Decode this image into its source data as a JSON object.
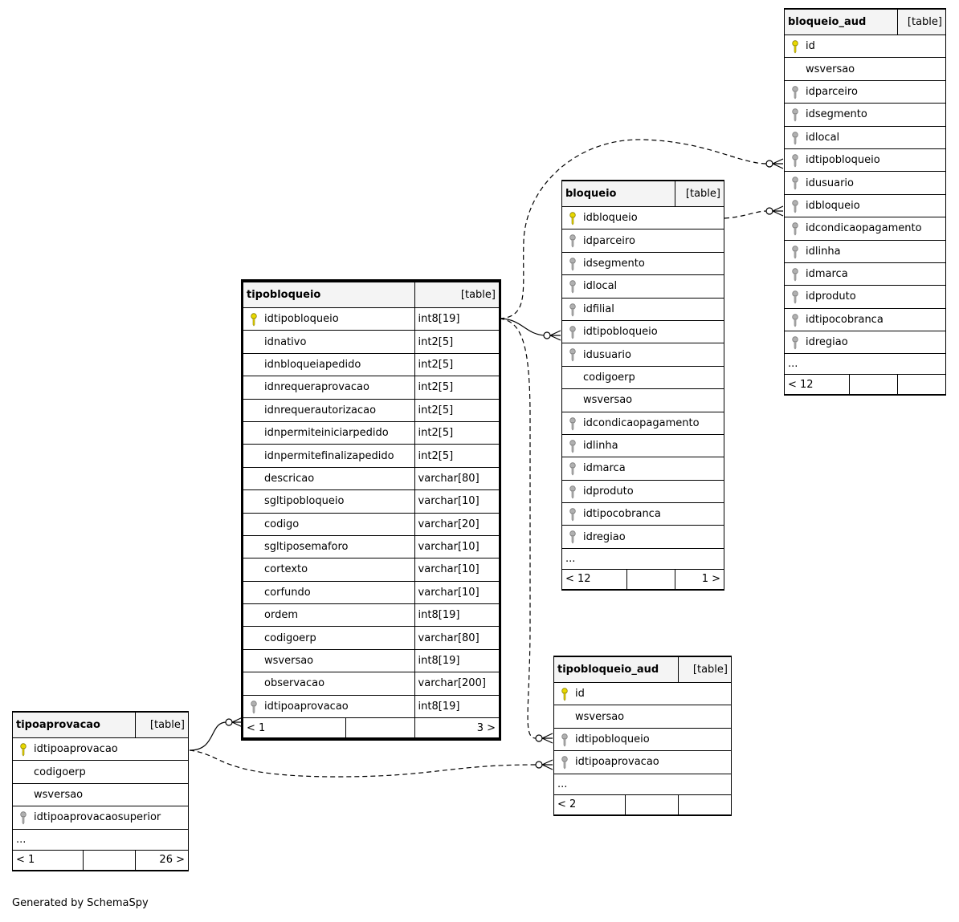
{
  "tables": {
    "bloqueio_aud": {
      "name": "bloqueio_aud",
      "type": "[table]",
      "columns": [
        {
          "name": "id",
          "key": "primary"
        },
        {
          "name": "wsversao",
          "key": "none"
        },
        {
          "name": "idparceiro",
          "key": "foreign"
        },
        {
          "name": "idsegmento",
          "key": "foreign"
        },
        {
          "name": "idlocal",
          "key": "foreign"
        },
        {
          "name": "idtipobloqueio",
          "key": "foreign"
        },
        {
          "name": "idusuario",
          "key": "foreign"
        },
        {
          "name": "idbloqueio",
          "key": "foreign"
        },
        {
          "name": "idcondicaopagamento",
          "key": "foreign"
        },
        {
          "name": "idlinha",
          "key": "foreign"
        },
        {
          "name": "idmarca",
          "key": "foreign"
        },
        {
          "name": "idproduto",
          "key": "foreign"
        },
        {
          "name": "idtipocobranca",
          "key": "foreign"
        },
        {
          "name": "idregiao",
          "key": "foreign"
        }
      ],
      "ellipsis": "...",
      "footer": {
        "parents": "< 12",
        "rows": "",
        "children": ""
      }
    },
    "bloqueio": {
      "name": "bloqueio",
      "type": "[table]",
      "columns": [
        {
          "name": "idbloqueio",
          "key": "primary"
        },
        {
          "name": "idparceiro",
          "key": "foreign"
        },
        {
          "name": "idsegmento",
          "key": "foreign"
        },
        {
          "name": "idlocal",
          "key": "foreign"
        },
        {
          "name": "idfilial",
          "key": "foreign"
        },
        {
          "name": "idtipobloqueio",
          "key": "foreign"
        },
        {
          "name": "idusuario",
          "key": "foreign"
        },
        {
          "name": "codigoerp",
          "key": "none"
        },
        {
          "name": "wsversao",
          "key": "none"
        },
        {
          "name": "idcondicaopagamento",
          "key": "foreign"
        },
        {
          "name": "idlinha",
          "key": "foreign"
        },
        {
          "name": "idmarca",
          "key": "foreign"
        },
        {
          "name": "idproduto",
          "key": "foreign"
        },
        {
          "name": "idtipocobranca",
          "key": "foreign"
        },
        {
          "name": "idregiao",
          "key": "foreign"
        }
      ],
      "ellipsis": "...",
      "footer": {
        "parents": "< 12",
        "rows": "",
        "children": "1 >"
      }
    },
    "tipobloqueio": {
      "name": "tipobloqueio",
      "type": "[table]",
      "columns": [
        {
          "name": "idtipobloqueio",
          "type": "int8[19]",
          "key": "primary"
        },
        {
          "name": "idnativo",
          "type": "int2[5]",
          "key": "none"
        },
        {
          "name": "idnbloqueiapedido",
          "type": "int2[5]",
          "key": "none"
        },
        {
          "name": "idnrequeraprovacao",
          "type": "int2[5]",
          "key": "none"
        },
        {
          "name": "idnrequerautorizacao",
          "type": "int2[5]",
          "key": "none"
        },
        {
          "name": "idnpermiteiniciarpedido",
          "type": "int2[5]",
          "key": "none"
        },
        {
          "name": "idnpermitefinalizapedido",
          "type": "int2[5]",
          "key": "none"
        },
        {
          "name": "descricao",
          "type": "varchar[80]",
          "key": "none"
        },
        {
          "name": "sgltipobloqueio",
          "type": "varchar[10]",
          "key": "none"
        },
        {
          "name": "codigo",
          "type": "varchar[20]",
          "key": "none"
        },
        {
          "name": "sgltiposemaforo",
          "type": "varchar[10]",
          "key": "none"
        },
        {
          "name": "cortexto",
          "type": "varchar[10]",
          "key": "none"
        },
        {
          "name": "corfundo",
          "type": "varchar[10]",
          "key": "none"
        },
        {
          "name": "ordem",
          "type": "int8[19]",
          "key": "none"
        },
        {
          "name": "codigoerp",
          "type": "varchar[80]",
          "key": "none"
        },
        {
          "name": "wsversao",
          "type": "int8[19]",
          "key": "none"
        },
        {
          "name": "observacao",
          "type": "varchar[200]",
          "key": "none"
        },
        {
          "name": "idtipoaprovacao",
          "type": "int8[19]",
          "key": "foreign"
        }
      ],
      "footer": {
        "parents": "< 1",
        "rows": "",
        "children": "3 >"
      }
    },
    "tipobloqueio_aud": {
      "name": "tipobloqueio_aud",
      "type": "[table]",
      "columns": [
        {
          "name": "id",
          "key": "primary"
        },
        {
          "name": "wsversao",
          "key": "none"
        },
        {
          "name": "idtipobloqueio",
          "key": "foreign"
        },
        {
          "name": "idtipoaprovacao",
          "key": "foreign"
        }
      ],
      "ellipsis": "...",
      "footer": {
        "parents": "< 2",
        "rows": "",
        "children": ""
      }
    },
    "tipoaprovacao": {
      "name": "tipoaprovacao",
      "type": "[table]",
      "columns": [
        {
          "name": "idtipoaprovacao",
          "key": "primary"
        },
        {
          "name": "codigoerp",
          "key": "none"
        },
        {
          "name": "wsversao",
          "key": "none"
        },
        {
          "name": "idtipoaprovacaosuperior",
          "key": "foreign"
        }
      ],
      "ellipsis": "...",
      "footer": {
        "parents": "< 1",
        "rows": "",
        "children": "26 >"
      }
    }
  },
  "credit": "Generated by SchemaSpy",
  "colors": {
    "primary_key": "#e8d800",
    "foreign_key": "#b0b0b0",
    "line": "#000000"
  }
}
